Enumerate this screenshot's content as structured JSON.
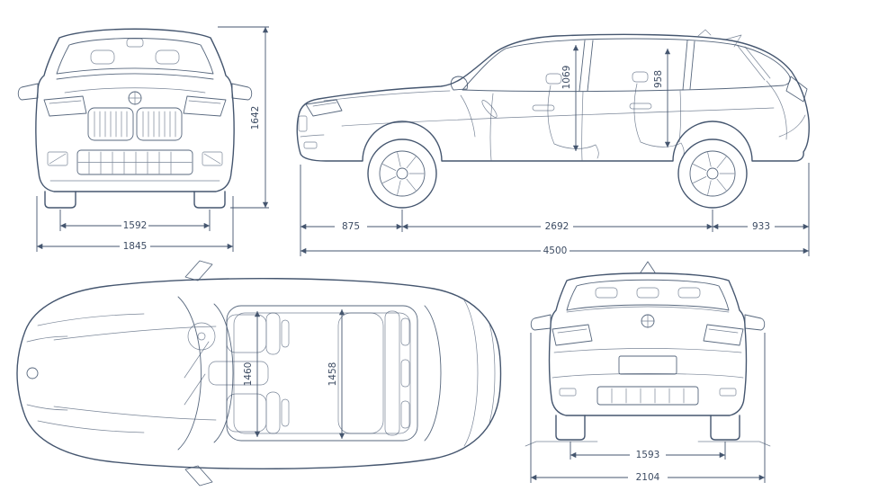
{
  "diagram": {
    "type": "vehicle-dimension-blueprint",
    "line_color": "#45566f",
    "views": {
      "front": {
        "dims": {
          "track_width": "1592",
          "overall_width": "1845",
          "height": "1642"
        }
      },
      "side": {
        "dims": {
          "front_interior_height": "1069",
          "rear_interior_height": "958",
          "front_overhang": "875",
          "wheelbase": "2692",
          "rear_overhang": "933",
          "overall_length": "4500"
        }
      },
      "top": {
        "dims": {
          "front_interior_width": "1460",
          "rear_interior_width": "1458"
        }
      },
      "rear": {
        "dims": {
          "track_width": "1593",
          "overall_width": "2104"
        }
      }
    }
  }
}
